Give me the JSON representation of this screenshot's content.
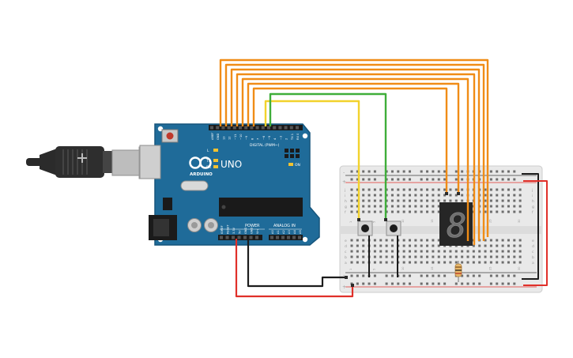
{
  "arduino": {
    "brand": "ARDUINO",
    "model": "UNO",
    "digital_header_label": "DIGITAL (PWM~)",
    "power_label": "POWER",
    "analog_label": "ANALOG IN",
    "on_label": "ON",
    "tx_label": "TX",
    "rx_label": "RX",
    "l_label": "L",
    "digital_pins": [
      "AREF",
      "GND",
      "13",
      "12",
      "~11",
      "~10",
      "~9",
      "8",
      "7",
      "~6",
      "~5",
      "4",
      "~3",
      "2",
      "TX 1",
      "RX 0"
    ],
    "power_pins": [
      "IOREF",
      "RESET",
      "3.3V",
      "5V",
      "GND",
      "GND",
      "Vin"
    ],
    "analog_pins": [
      "A0",
      "A1",
      "A2",
      "A3",
      "A4",
      "A5"
    ]
  },
  "breadboard": {
    "row_labels": [
      "a",
      "b",
      "c",
      "d",
      "e",
      "f",
      "g",
      "h",
      "i",
      "j"
    ],
    "col_numbers": [
      "1",
      "5",
      "10",
      "15",
      "20",
      "25",
      "30"
    ],
    "rail_signs": [
      "-",
      "+"
    ]
  },
  "display": {
    "digit": "8"
  },
  "colors": {
    "board": "#1f6b99",
    "wire_orange": "#f08c16",
    "wire_yellow": "#f2d22c",
    "wire_green": "#3fae3a",
    "wire_red": "#e0302a",
    "wire_black": "#1c1c1c",
    "breadboard": "#e9e9e9"
  }
}
